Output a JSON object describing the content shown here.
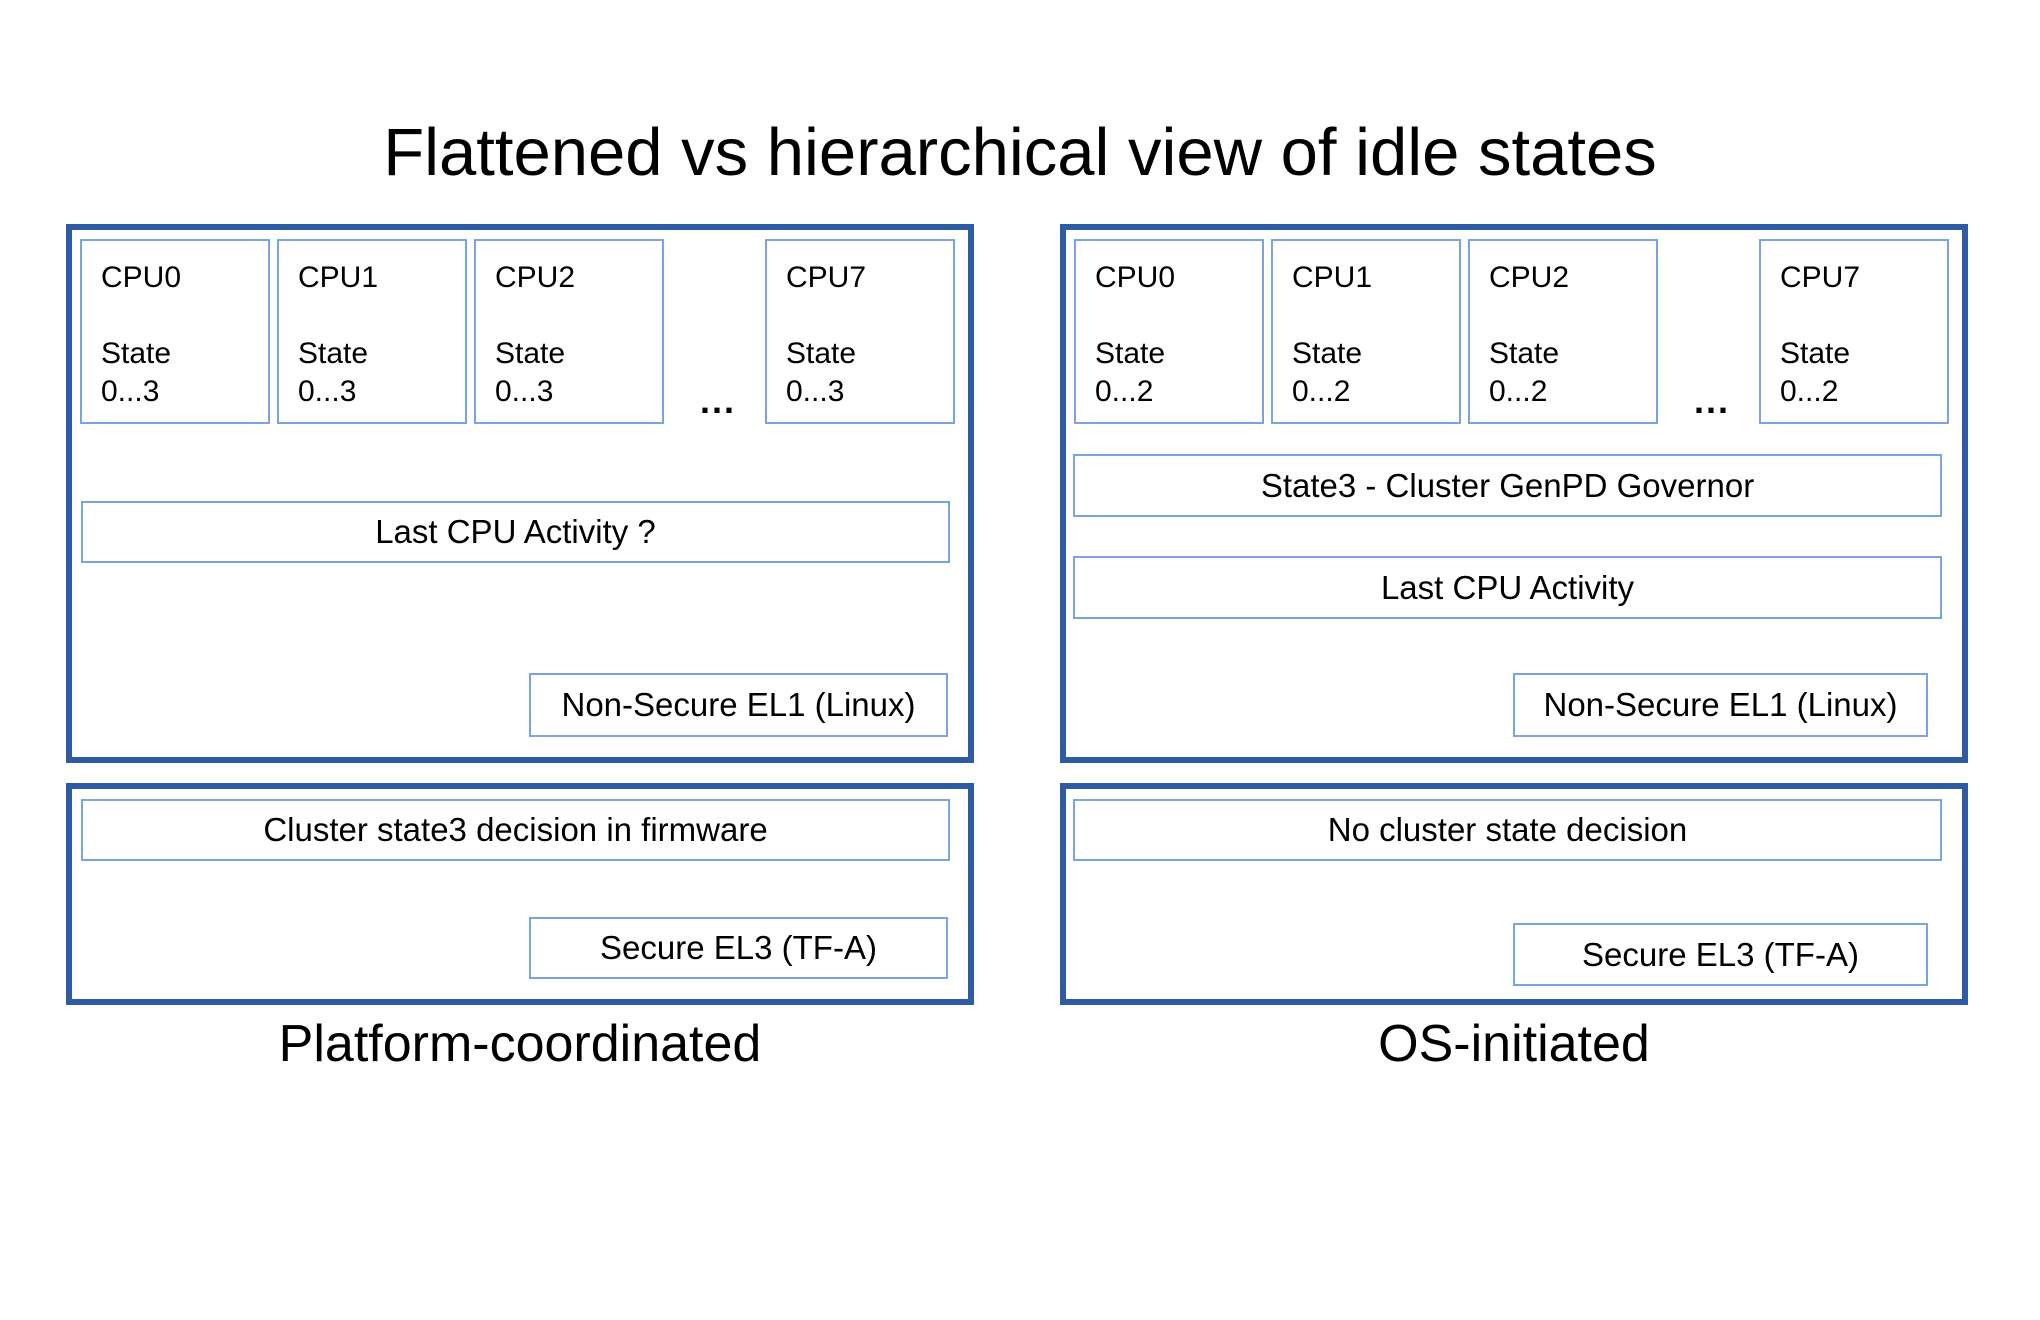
{
  "title": "Flattened vs hierarchical view of idle states",
  "colors": {
    "panel_border": "#2d5ca5",
    "box_border": "#7aa3e0",
    "text": "#000000",
    "background": "#ffffff"
  },
  "left": {
    "caption": "Platform-coordinated",
    "ellipsis": "...",
    "cpus": [
      {
        "label": "CPU0",
        "state_label": "State",
        "state_range": "0...3"
      },
      {
        "label": "CPU1",
        "state_label": "State",
        "state_range": "0...3"
      },
      {
        "label": "CPU2",
        "state_label": "State",
        "state_range": "0...3"
      },
      {
        "label": "CPU7",
        "state_label": "State",
        "state_range": "0...3"
      }
    ],
    "activity_box": "Last CPU Activity ?",
    "el1_box": "Non-Secure EL1 (Linux)",
    "decision_box": "Cluster state3 decision in firmware",
    "el3_box": "Secure EL3 (TF-A)"
  },
  "right": {
    "caption": "OS-initiated",
    "ellipsis": "...",
    "cpus": [
      {
        "label": "CPU0",
        "state_label": "State",
        "state_range": "0...2"
      },
      {
        "label": "CPU1",
        "state_label": "State",
        "state_range": "0...2"
      },
      {
        "label": "CPU2",
        "state_label": "State",
        "state_range": "0...2"
      },
      {
        "label": "CPU7",
        "state_label": "State",
        "state_range": "0...2"
      }
    ],
    "governor_box": "State3 - Cluster GenPD Governor",
    "activity_box": "Last CPU Activity",
    "el1_box": "Non-Secure EL1 (Linux)",
    "decision_box": "No cluster state decision",
    "el3_box": "Secure EL3 (TF-A)"
  }
}
